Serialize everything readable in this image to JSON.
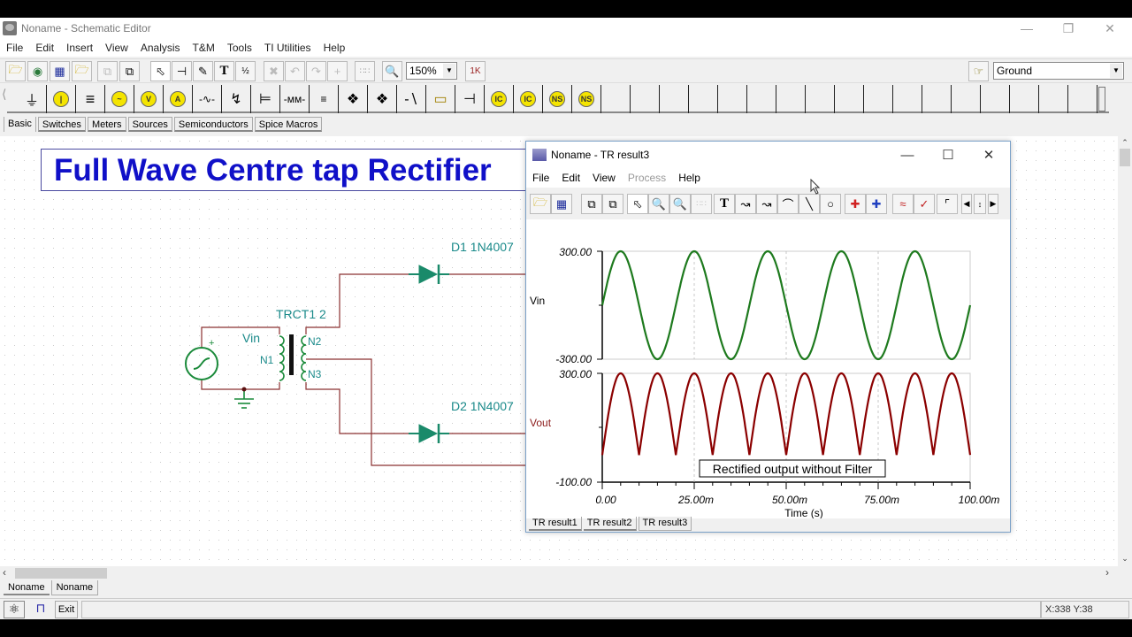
{
  "window": {
    "title": "Noname - Schematic Editor",
    "controls": {
      "minimize": "—",
      "restore": "❐",
      "close": "✕"
    }
  },
  "menubar": [
    "File",
    "Edit",
    "Insert",
    "View",
    "Analysis",
    "T&M",
    "Tools",
    "TI Utilities",
    "Help"
  ],
  "toolbar": {
    "buttons": [
      "open-icon",
      "web-icon",
      "save-icon",
      "open-folder-icon",
      "copy-icon",
      "paste-icon",
      "select-arrow-icon",
      "wire-icon",
      "pencil-icon",
      "text-icon",
      "label-icon",
      "delete-icon",
      "undo-icon",
      "redo-icon",
      "crosshair-icon",
      "grid-icon",
      "zoom-icon"
    ],
    "zoom_value": "150%",
    "part_selector": "Ground"
  },
  "parts_toolbar": {
    "items": [
      "ground",
      "voltage-source",
      "battery",
      "ac-source",
      "voltmeter",
      "ammeter",
      "resistor",
      "potentiometer",
      "capacitor",
      "inductor",
      "coupled-inductor",
      "transformer",
      "transformer-ct",
      "switch",
      "thermistor",
      "wire-end",
      "ic-source",
      "ic-source-plus",
      "ns-source",
      "ns-source-plus"
    ],
    "ic_label": "IC",
    "ns_label": "NS",
    "v_label": "V",
    "a_label": "A"
  },
  "part_tabs": [
    "Basic",
    "Switches",
    "Meters",
    "Sources",
    "Semiconductors",
    "Spice Macros"
  ],
  "schematic": {
    "title": "Full Wave  Centre tap Rectifier",
    "labels": {
      "d1": "D1 1N4007",
      "d2": "D2 1N4007",
      "transformer": "TRCT1 2",
      "vin": "Vin",
      "n1": "N1",
      "n2": "N2",
      "n3": "N3",
      "plus": "+"
    }
  },
  "doc_tabs": [
    "Noname",
    "Noname"
  ],
  "statusbar": {
    "exit_label": "Exit",
    "coords": "X:338  Y:38"
  },
  "tr_window": {
    "title": "Noname - TR result3",
    "menu": [
      "File",
      "Edit",
      "View",
      "Process",
      "Help"
    ],
    "disabled_menu": "Process",
    "tabs": [
      "TR result1",
      "TR result2",
      "TR result3"
    ],
    "annotation": "Rectified output without Filter"
  },
  "chart_data": [
    {
      "type": "line",
      "title": "",
      "series": [
        {
          "name": "Vin",
          "color": "#1e7a1e",
          "function": "300*sin(2*pi*50*t)"
        }
      ],
      "x": [
        0,
        0.005,
        0.01,
        0.015,
        0.02,
        0.025,
        0.03,
        0.035,
        0.04,
        0.045,
        0.05,
        0.055,
        0.06,
        0.065,
        0.07,
        0.075,
        0.08,
        0.085,
        0.09,
        0.095,
        0.1
      ],
      "values": [
        0,
        300,
        0,
        -300,
        0,
        300,
        0,
        -300,
        0,
        300,
        0,
        -300,
        0,
        300,
        0,
        -300,
        0,
        300,
        0,
        -300,
        0
      ],
      "ylabel": "Vin",
      "ylim": [
        -300,
        300
      ],
      "yticks": [
        "300.00",
        "-300.00"
      ],
      "xlim": [
        0,
        0.1
      ]
    },
    {
      "type": "line",
      "series": [
        {
          "name": "Vout",
          "color": "#8b0000",
          "function": "|300*sin(2*pi*50*t)|"
        }
      ],
      "x": [
        0,
        0.005,
        0.01,
        0.015,
        0.02,
        0.025,
        0.03,
        0.035,
        0.04,
        0.045,
        0.05,
        0.055,
        0.06,
        0.065,
        0.07,
        0.075,
        0.08,
        0.085,
        0.09,
        0.095,
        0.1
      ],
      "values": [
        0,
        300,
        0,
        300,
        0,
        300,
        0,
        300,
        0,
        300,
        0,
        300,
        0,
        300,
        0,
        300,
        0,
        300,
        0,
        300,
        0
      ],
      "ylabel": "Vout",
      "xlabel": "Time (s)",
      "ylim": [
        -100,
        300
      ],
      "yticks": [
        "300.00",
        "-100.00"
      ],
      "xticks": [
        "0.00",
        "25.00m",
        "50.00m",
        "75.00m",
        "100.00m"
      ],
      "xlim": [
        0,
        0.1
      ],
      "annotation": "Rectified output without Filter",
      "grid": "dashed vertical at 25m, 50m, 75m"
    }
  ]
}
